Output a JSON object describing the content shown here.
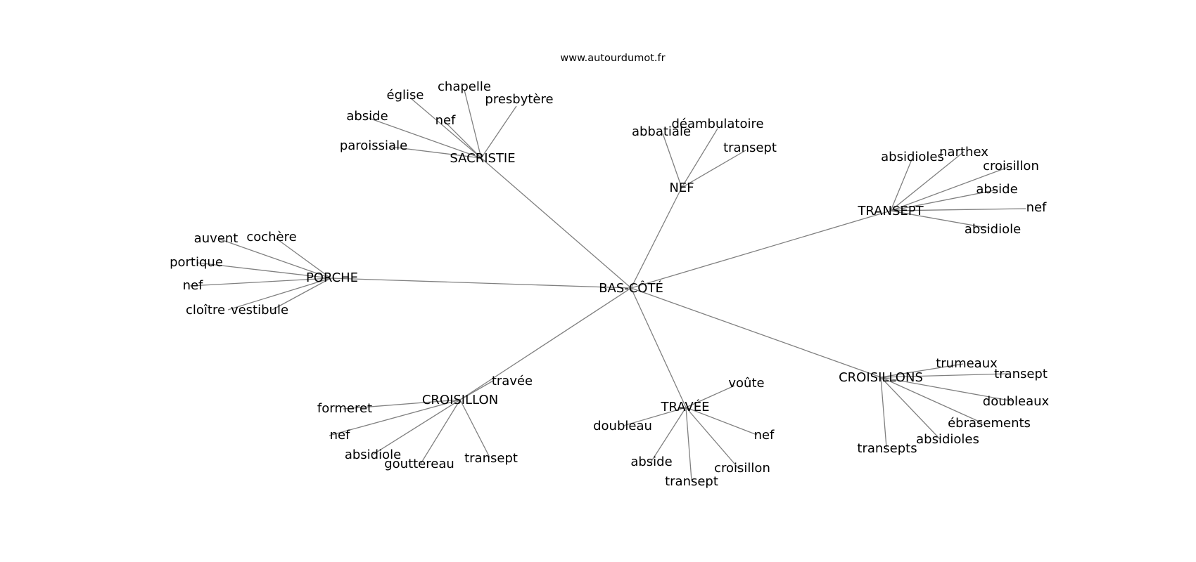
{
  "header": {
    "watermark": "www.autourdumot.fr"
  },
  "graph": {
    "center": "BAS-CÔTÉ",
    "hubs": [
      {
        "label": "SACRISTIE",
        "words": [
          "presbytère",
          "chapelle",
          "église",
          "nef",
          "abside",
          "paroissiale"
        ]
      },
      {
        "label": "NEF",
        "words": [
          "déambulatoire",
          "abbatiale",
          "transept"
        ]
      },
      {
        "label": "TRANSEPT",
        "words": [
          "absidioles",
          "narthex",
          "croisillon",
          "abside",
          "nef",
          "absidiole"
        ]
      },
      {
        "label": "PORCHE",
        "words": [
          "auvent",
          "cochère",
          "portique",
          "nef",
          "cloître",
          "vestibule"
        ]
      },
      {
        "label": "CROISILLON",
        "words": [
          "travée",
          "formeret",
          "nef",
          "absidiole",
          "gouttereau",
          "transept"
        ]
      },
      {
        "label": "TRAVÉE",
        "words": [
          "voûte",
          "doubleau",
          "nef",
          "abside",
          "croisillon",
          "transept"
        ]
      },
      {
        "label": "CROISILLONS",
        "words": [
          "trumeaux",
          "transept",
          "doubleaux",
          "ébrasements",
          "absidioles",
          "transepts"
        ]
      }
    ]
  },
  "colors": {
    "edge": "#808080",
    "text": "#000000",
    "background": "#ffffff"
  }
}
